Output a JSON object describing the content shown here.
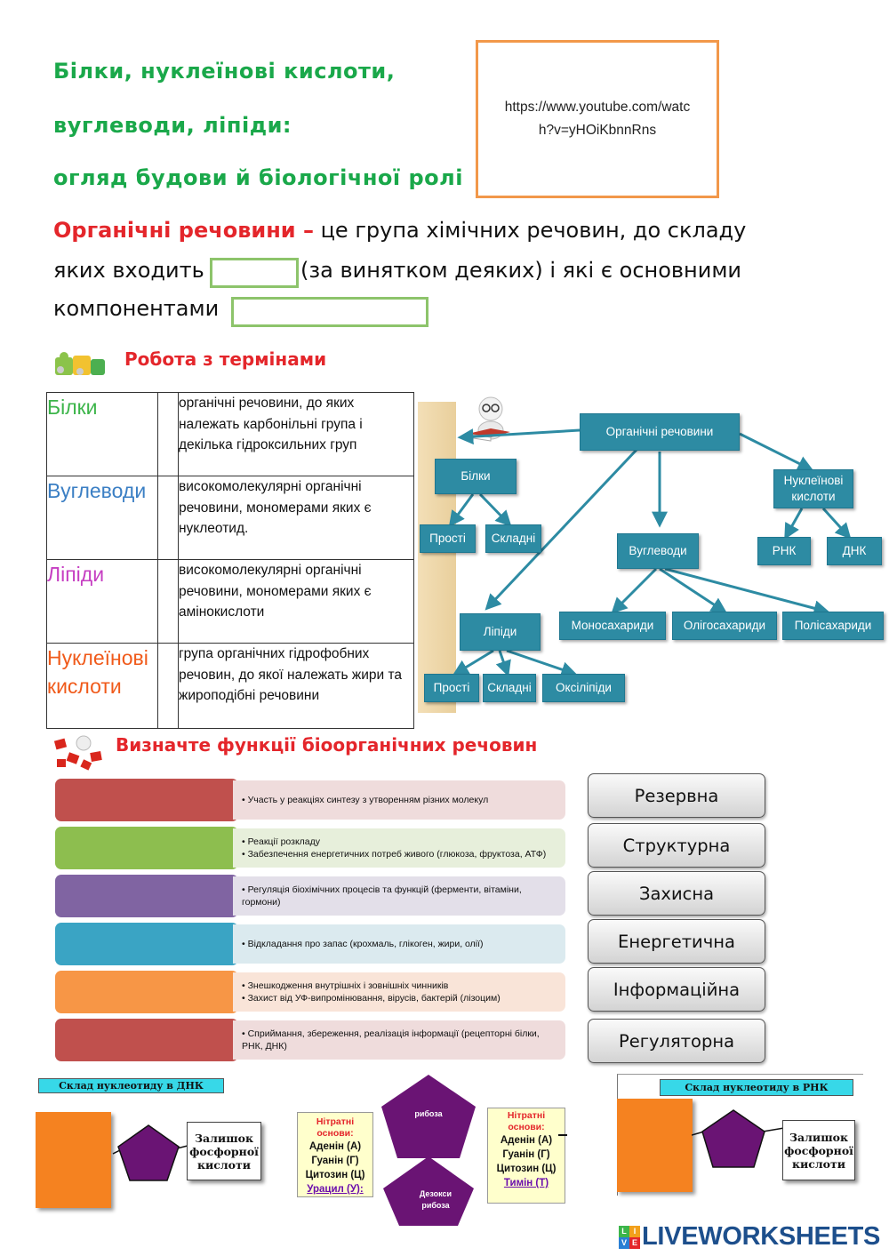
{
  "header": {
    "title_line1": "Білки, нуклеїнові кислоти,",
    "title_line2": "вуглеводи, ліпіди:",
    "title_line3": "огляд будови й біологічної ролі",
    "url_line1": "https://www.youtube.com/watc",
    "url_line2": "h?v=yHOiKbnnRns"
  },
  "definition": {
    "term": "Органічні речовини –",
    "text1": " це група хімічних речовин, до складу",
    "text2a": "яких входить",
    "text2b": "(за винятком деяких) і які є основними",
    "text3": "компонентами",
    "answer1": "",
    "answer2": ""
  },
  "terms_section": {
    "heading": "Робота з термінами",
    "rows": [
      {
        "name": "Білки",
        "color": "#3cb54a",
        "answer": "",
        "desc": "органічні речовини, до яких належать карбонільні група і декілька гідроксильних груп"
      },
      {
        "name": "Вуглеводи",
        "color": "#3b7fc4",
        "answer": "",
        "desc": "високомолекулярні органічні речовини, мономерами яких є нуклеотид."
      },
      {
        "name": "Ліпіди",
        "color": "#c63ec2",
        "answer": "",
        "desc": "високомолекулярні органічні речовини, мономерами яких є амінокислоти"
      },
      {
        "name": "Нуклеїнові кислоти",
        "color": "#f05a1a",
        "answer": "",
        "desc": "група органічних гідрофобних речовин, до якої належать жири та жироподібні речовини"
      }
    ]
  },
  "tree": {
    "root": "Органічні речовини",
    "proteins": "Білки",
    "simple1": "Прості",
    "complex1": "Складні",
    "nucleic": "Нуклеїнові кислоти",
    "rna": "РНК",
    "dna": "ДНК",
    "carbs": "Вуглеводи",
    "mono": "Моносахариди",
    "oligo": "Олігосахариди",
    "poly": "Полісахариди",
    "lipids": "Ліпіди",
    "simple2": "Прості",
    "complex2": "Складні",
    "oxi": "Оксіліпіди"
  },
  "functions_section": {
    "heading": "Визначте функції біоорганічних речовин",
    "rows": [
      {
        "color": "#c0504d",
        "bg": "#efdcdc",
        "lines": [
          "Участь у реакціях синтезу з утворенням різних молекул"
        ]
      },
      {
        "color": "#8dbe4f",
        "bg": "#e7efdb",
        "lines": [
          "Реакції розкладу",
          "Забезпечення енергетичних потреб живого (глюкоза, фруктоза, АТФ)"
        ]
      },
      {
        "color": "#8064a2",
        "bg": "#e3dfe9",
        "lines": [
          "Регуляція біохімічних процесів та функцій (ферменти, вітаміни, гормони)"
        ]
      },
      {
        "color": "#3aa4c4",
        "bg": "#dbeaef",
        "lines": [
          "Відкладання про запас (крохмаль, глікоген, жири, олії)"
        ]
      },
      {
        "color": "#f79646",
        "bg": "#f9e4d8",
        "lines": [
          "Знешкодження внутрішніх і зовнішніх чинників",
          "Захист від УФ-випромінювання, вірусів, бактерій (лізоцим)"
        ]
      },
      {
        "color": "#c0504d",
        "bg": "#efdcdc",
        "lines": [
          "Сприймання, збереження, реалізація інформації (рецепторні білки, РНК, ДНК)"
        ]
      }
    ],
    "buttons": [
      "Резервна",
      "Структурна",
      "Захисна",
      "Енергетична",
      "Інформаційна",
      "Регуляторна"
    ]
  },
  "nucleotides": {
    "dna_caption": "Склад нуклеотиду в ДНК",
    "rna_caption": "Склад нуклеотиду в РНК",
    "phosphate1": "Залишок фосфорної кислоти",
    "phosphate2": "Залишок фосфорної кислоти",
    "ribose": "рибоза",
    "deoxyribose": "Дезокси рибоза",
    "bases_left": {
      "head": "Нітратні основи:",
      "items": [
        "Аденін (А)",
        "Гуанін (Г)",
        "Цитозин (Ц)"
      ],
      "special": "Урацил (У):"
    },
    "bases_right": {
      "head": "Нітратні основи:",
      "items": [
        "Аденін (А)",
        "Гуанін (Г)",
        "Цитозин (Ц)"
      ],
      "special": "Тимін (Т)"
    }
  },
  "footer": {
    "brand": "LIVEWORKSHEETS",
    "logo_letters": [
      "L",
      "I",
      "V",
      "E"
    ]
  }
}
